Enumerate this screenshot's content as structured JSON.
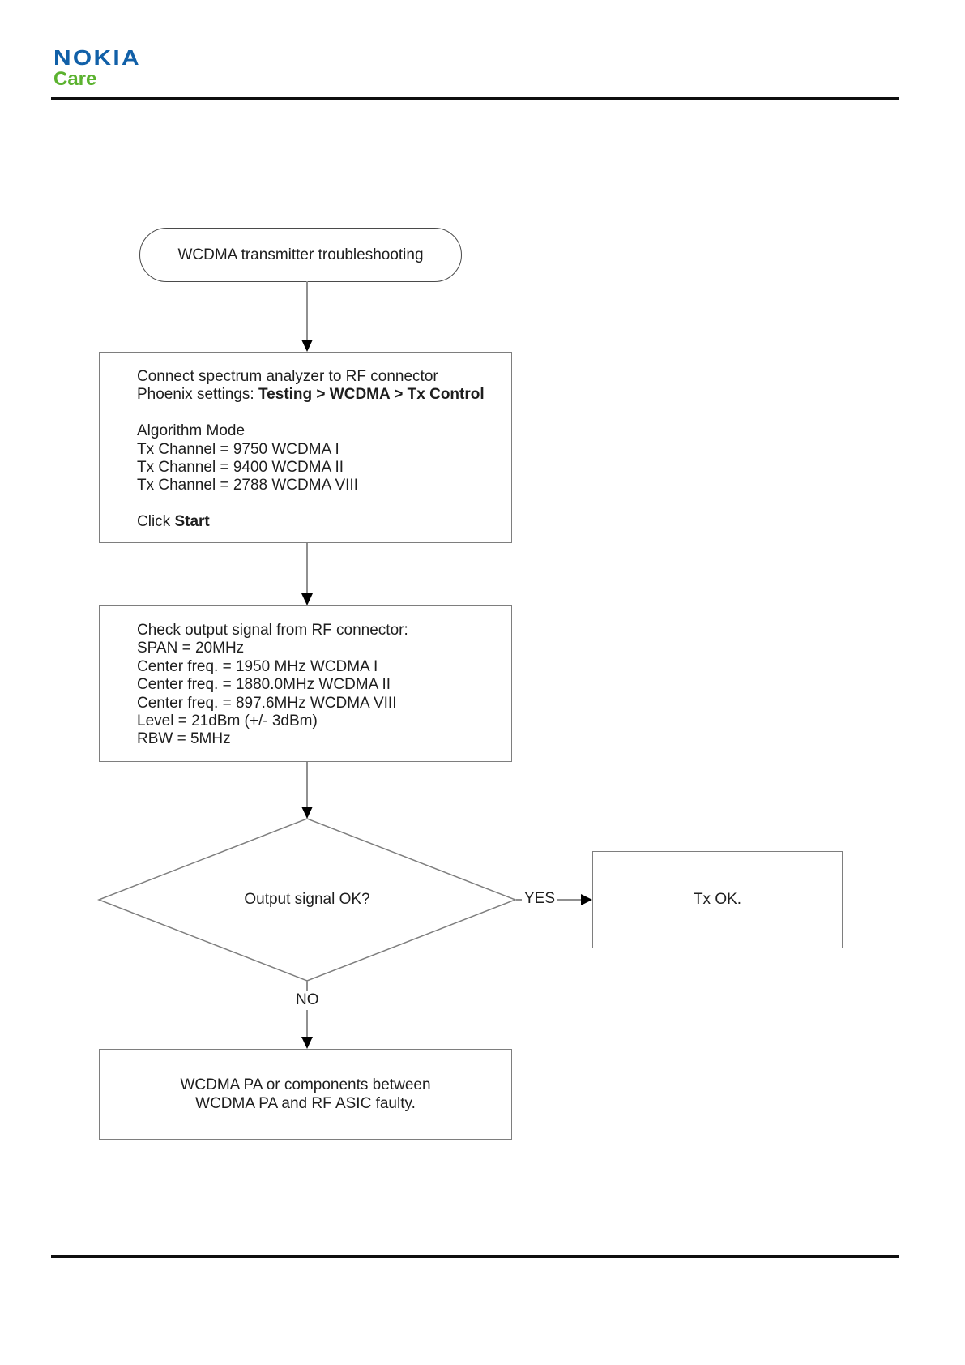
{
  "logo": {
    "brand": "NOKIA",
    "product": "Care"
  },
  "colors": {
    "brand-blue": "#1160A8",
    "brand-green": "#5BB22F"
  },
  "flowchart": {
    "start_label": "WCDMA transmitter troubleshooting",
    "setup": {
      "connect_line": "Connect spectrum analyzer to RF connector",
      "phoenix_prefix": "Phoenix settings: ",
      "phoenix_path": "Testing > WCDMA > Tx Control",
      "algorithm_line": "Algorithm Mode",
      "tx_channel_1": "Tx Channel = 9750 WCDMA I",
      "tx_channel_2": "Tx Channel = 9400 WCDMA II",
      "tx_channel_3": "Tx Channel = 2788 WCDMA VIII",
      "click_prefix": "Click ",
      "click_action": "Start"
    },
    "check": {
      "lines": [
        "Check output signal from RF connector:",
        "SPAN = 20MHz",
        "Center freq. = 1950 MHz WCDMA I",
        "Center freq. = 1880.0MHz WCDMA II",
        "Center freq. = 897.6MHz WCDMA VIII",
        "Level = 21dBm (+/- 3dBm)",
        "RBW = 5MHz"
      ]
    },
    "decision_label": "Output signal OK?",
    "yes_label": "YES",
    "no_label": "NO",
    "tx_ok_label": "Tx OK.",
    "fault_line1": "WCDMA PA or components between",
    "fault_line2": "WCDMA PA and RF ASIC faulty."
  }
}
